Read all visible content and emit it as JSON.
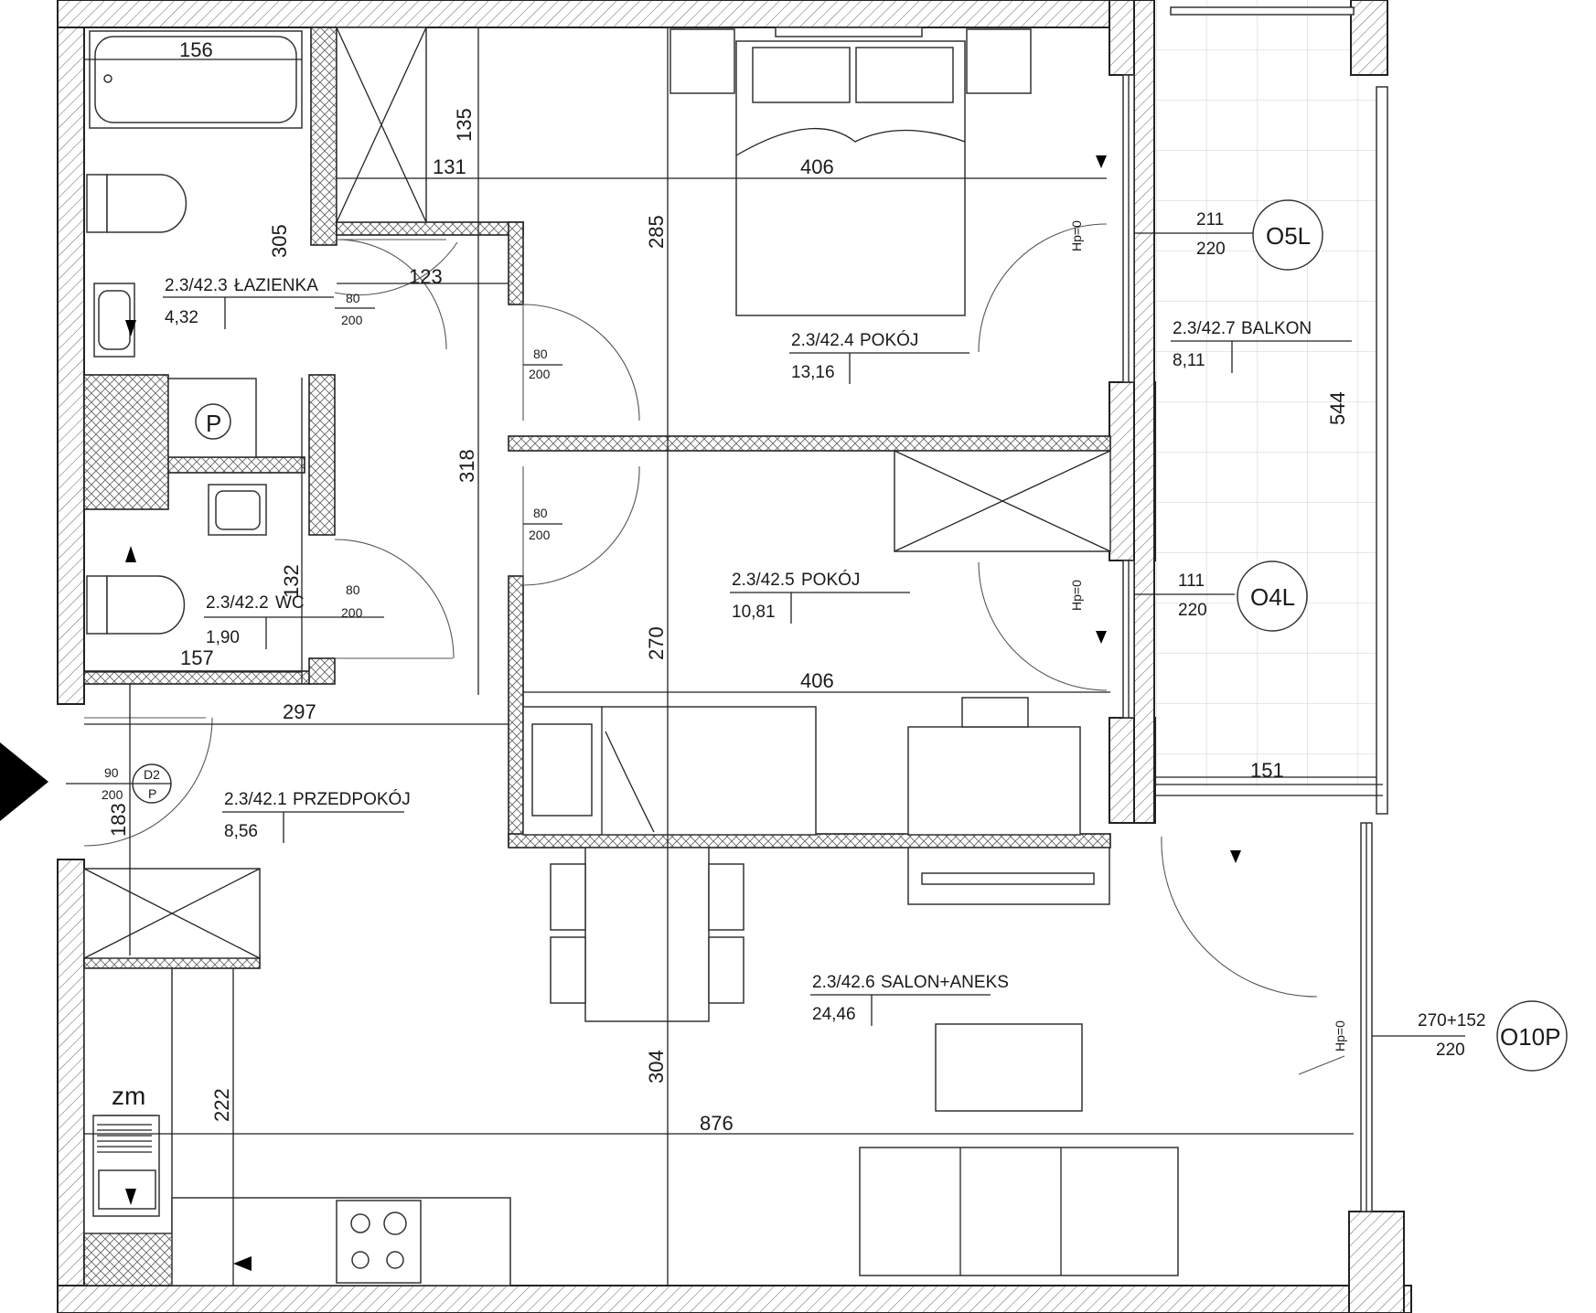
{
  "plan": {
    "rooms": [
      {
        "id": "lazienka",
        "code": "2.3/42.3",
        "name": "ŁAZIENKA",
        "area": "4,32"
      },
      {
        "id": "wc",
        "code": "2.3/42.2",
        "name": "WC",
        "area": "1,90"
      },
      {
        "id": "przedpokoj",
        "code": "2.3/42.1",
        "name": "PRZEDPOKÓJ",
        "area": "8,56"
      },
      {
        "id": "pokoj1",
        "code": "2.3/42.4",
        "name": "POKÓJ",
        "area": "13,16"
      },
      {
        "id": "pokoj2",
        "code": "2.3/42.5",
        "name": "POKÓJ",
        "area": "10,81"
      },
      {
        "id": "salon",
        "code": "2.3/42.6",
        "name": "SALON+ANEKS",
        "area": "24,46"
      },
      {
        "id": "balkon",
        "code": "2.3/42.7",
        "name": "BALKON",
        "area": "8,11"
      }
    ],
    "dimensions": {
      "bath_width": "156",
      "bath_height": "305",
      "wardrobe_depth": "135",
      "d131": "131",
      "d123": "123",
      "d285": "285",
      "room1_width": "406",
      "d318": "318",
      "room2_width": "406",
      "d270": "270",
      "wc_height": "132",
      "wc_width": "157",
      "hall_width": "297",
      "hall_height": "183",
      "kitchen_height": "222",
      "salon_height": "304",
      "salon_width": "876",
      "balcony_depth": "151",
      "balcony_length": "544"
    },
    "doors": [
      {
        "id": "door-lazienka",
        "w": "80",
        "h": "200"
      },
      {
        "id": "door-pokoj1",
        "w": "80",
        "h": "200"
      },
      {
        "id": "door-pokoj2",
        "w": "80",
        "h": "200"
      },
      {
        "id": "door-wc",
        "w": "80",
        "h": "200"
      },
      {
        "id": "door-entrance",
        "w": "90",
        "h": "200"
      }
    ],
    "entrance_door_tag": {
      "top": "D2",
      "bottom": "P"
    },
    "windows": [
      {
        "id": "O5L",
        "label": "O5L",
        "w": "211",
        "h": "220",
        "sill": "Hp=0"
      },
      {
        "id": "O4L",
        "label": "O4L",
        "w": "111",
        "h": "220",
        "sill": "Hp=0"
      },
      {
        "id": "O10P",
        "label": "O10P",
        "w": "270+152",
        "h": "220",
        "sill": "Hp=0"
      }
    ],
    "symbols": {
      "meter": "P",
      "zm": "zm"
    }
  }
}
